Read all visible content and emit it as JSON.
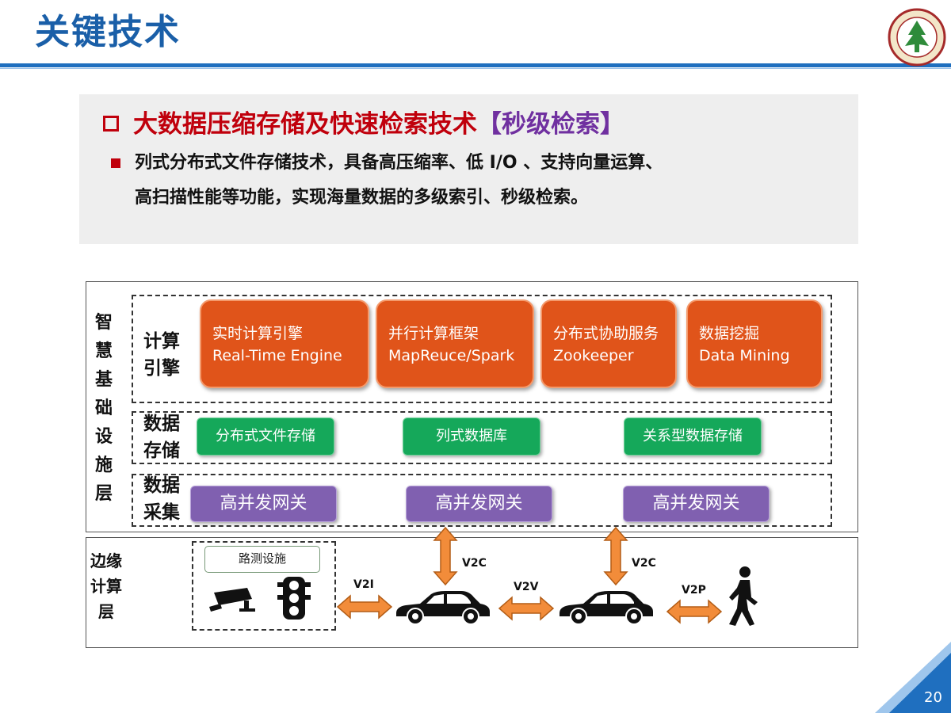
{
  "slide": {
    "title": "关键技术",
    "page_number": "20"
  },
  "highlight": {
    "heading_main": "大数据压缩存储及快速检索技术",
    "heading_accent": "【秒级检索】",
    "body_line1": "列式分布式文件存储技术，具备高压缩率、低 I/O 、支持向量运算、",
    "body_line2": "高扫描性能等功能，实现海量数据的多级索引、秒级检索。"
  },
  "diagram": {
    "infra_layer_label": "智慧基础设施层",
    "edge_layer_label": "边缘计算层",
    "rows": {
      "compute_label": "计算引擎",
      "storage_label": "数据存储",
      "collect_label": "数据采集"
    },
    "compute_cards": [
      {
        "cn": "实时计算引擎",
        "en": "Real-Time Engine"
      },
      {
        "cn": "并行计算框架",
        "en": "MapReuce/Spark"
      },
      {
        "cn": "分布式协助服务",
        "en": "Zookeeper"
      },
      {
        "cn": "数据挖掘",
        "en": "Data Mining"
      }
    ],
    "storage_items": [
      "分布式文件存储",
      "列式数据库",
      "关系型数据存储"
    ],
    "gateways": [
      "高并发网关",
      "高并发网关",
      "高并发网关"
    ],
    "edge": {
      "roadside_label": "路测设施",
      "v2i": "V2I",
      "v2c_1": "V2C",
      "v2v": "V2V",
      "v2c_2": "V2C",
      "v2p": "V2P"
    }
  },
  "colors": {
    "title_blue": "#1a5fa8",
    "heading_red": "#c0000c",
    "accent_purple": "#7030a0",
    "engine_orange": "#e0541a",
    "storage_green": "#15a85a",
    "gateway_purple": "#8060b0",
    "arrow_orange": "#f28c3a"
  },
  "icons": [
    "institution-logo-icon",
    "surveillance-camera-icon",
    "traffic-light-icon",
    "car-icon",
    "pedestrian-icon"
  ]
}
